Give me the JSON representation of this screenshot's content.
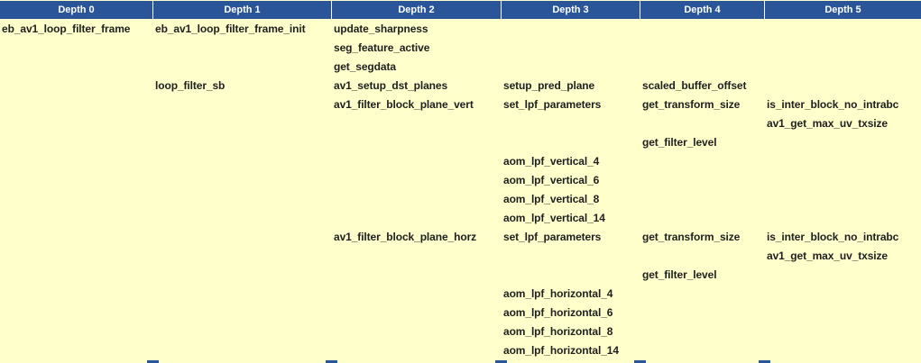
{
  "colors": {
    "header_bg": "#2A5699",
    "header_text": "#FFFFFF",
    "body_bg": "#FFFFCC",
    "body_text": "#1F1F1F"
  },
  "table": {
    "headers": [
      "Depth 0",
      "Depth 1",
      "Depth 2",
      "Depth 3",
      "Depth 4",
      "Depth 5"
    ],
    "rows": [
      [
        "eb_av1_loop_filter_frame",
        "eb_av1_loop_filter_frame_init",
        "update_sharpness",
        "",
        "",
        ""
      ],
      [
        "",
        "",
        "seg_feature_active",
        "",
        "",
        ""
      ],
      [
        "",
        "",
        "get_segdata",
        "",
        "",
        ""
      ],
      [
        "",
        "loop_filter_sb",
        "av1_setup_dst_planes",
        "setup_pred_plane",
        "scaled_buffer_offset",
        ""
      ],
      [
        "",
        "",
        "av1_filter_block_plane_vert",
        "set_lpf_parameters",
        "get_transform_size",
        "is_inter_block_no_intrabc"
      ],
      [
        "",
        "",
        "",
        "",
        "",
        "av1_get_max_uv_txsize"
      ],
      [
        "",
        "",
        "",
        "",
        "get_filter_level",
        ""
      ],
      [
        "",
        "",
        "",
        "aom_lpf_vertical_4",
        "",
        ""
      ],
      [
        "",
        "",
        "",
        "aom_lpf_vertical_6",
        "",
        ""
      ],
      [
        "",
        "",
        "",
        "aom_lpf_vertical_8",
        "",
        ""
      ],
      [
        "",
        "",
        "",
        "aom_lpf_vertical_14",
        "",
        ""
      ],
      [
        "",
        "",
        "av1_filter_block_plane_horz",
        "set_lpf_parameters",
        "get_transform_size",
        "is_inter_block_no_intrabc"
      ],
      [
        "",
        "",
        "",
        "",
        "",
        "av1_get_max_uv_txsize"
      ],
      [
        "",
        "",
        "",
        "",
        "get_filter_level",
        ""
      ],
      [
        "",
        "",
        "",
        "aom_lpf_horizontal_4",
        "",
        ""
      ],
      [
        "",
        "",
        "",
        "aom_lpf_horizontal_6",
        "",
        ""
      ],
      [
        "",
        "",
        "",
        "aom_lpf_horizontal_8",
        "",
        ""
      ],
      [
        "",
        "",
        "",
        "aom_lpf_horizontal_14",
        "",
        ""
      ]
    ]
  }
}
